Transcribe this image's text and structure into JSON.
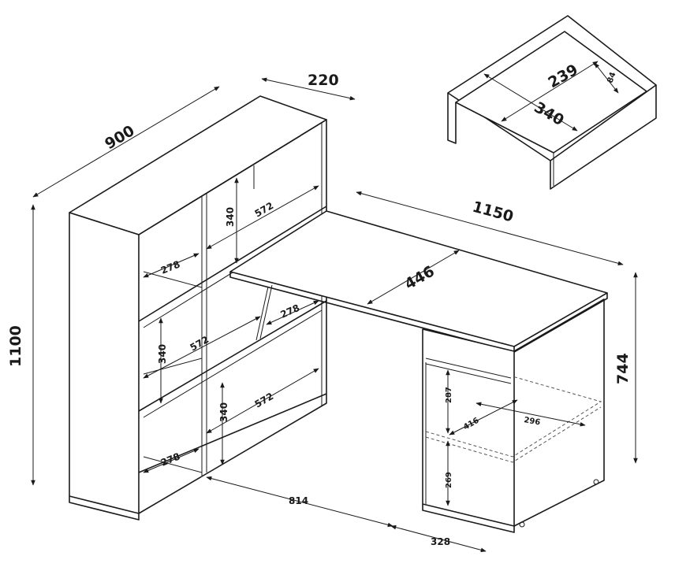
{
  "dimensions": {
    "shelf_width": "900",
    "shelf_depth": "220",
    "total_height": "1100",
    "desk_length": "1150",
    "desk_depth": "446",
    "desk_height": "744",
    "gap_width": "814",
    "cabinet_width": "328",
    "drawer_inner_depth": "239",
    "drawer_inner_height": "84",
    "drawer_inner_width": "340",
    "cell_height_top": "340",
    "cell_width_top": "572",
    "cell_depth_top": "278",
    "cell_height_mid": "340",
    "cell_width_mid": "572",
    "cell_depth_mid": "278",
    "cell_height_low": "340",
    "cell_width_low": "572",
    "cell_depth_low": "278",
    "cabinet_upper_height": "287",
    "cabinet_lower_height": "269",
    "cabinet_shelf_depth": "416",
    "cabinet_shelf_width": "296"
  }
}
